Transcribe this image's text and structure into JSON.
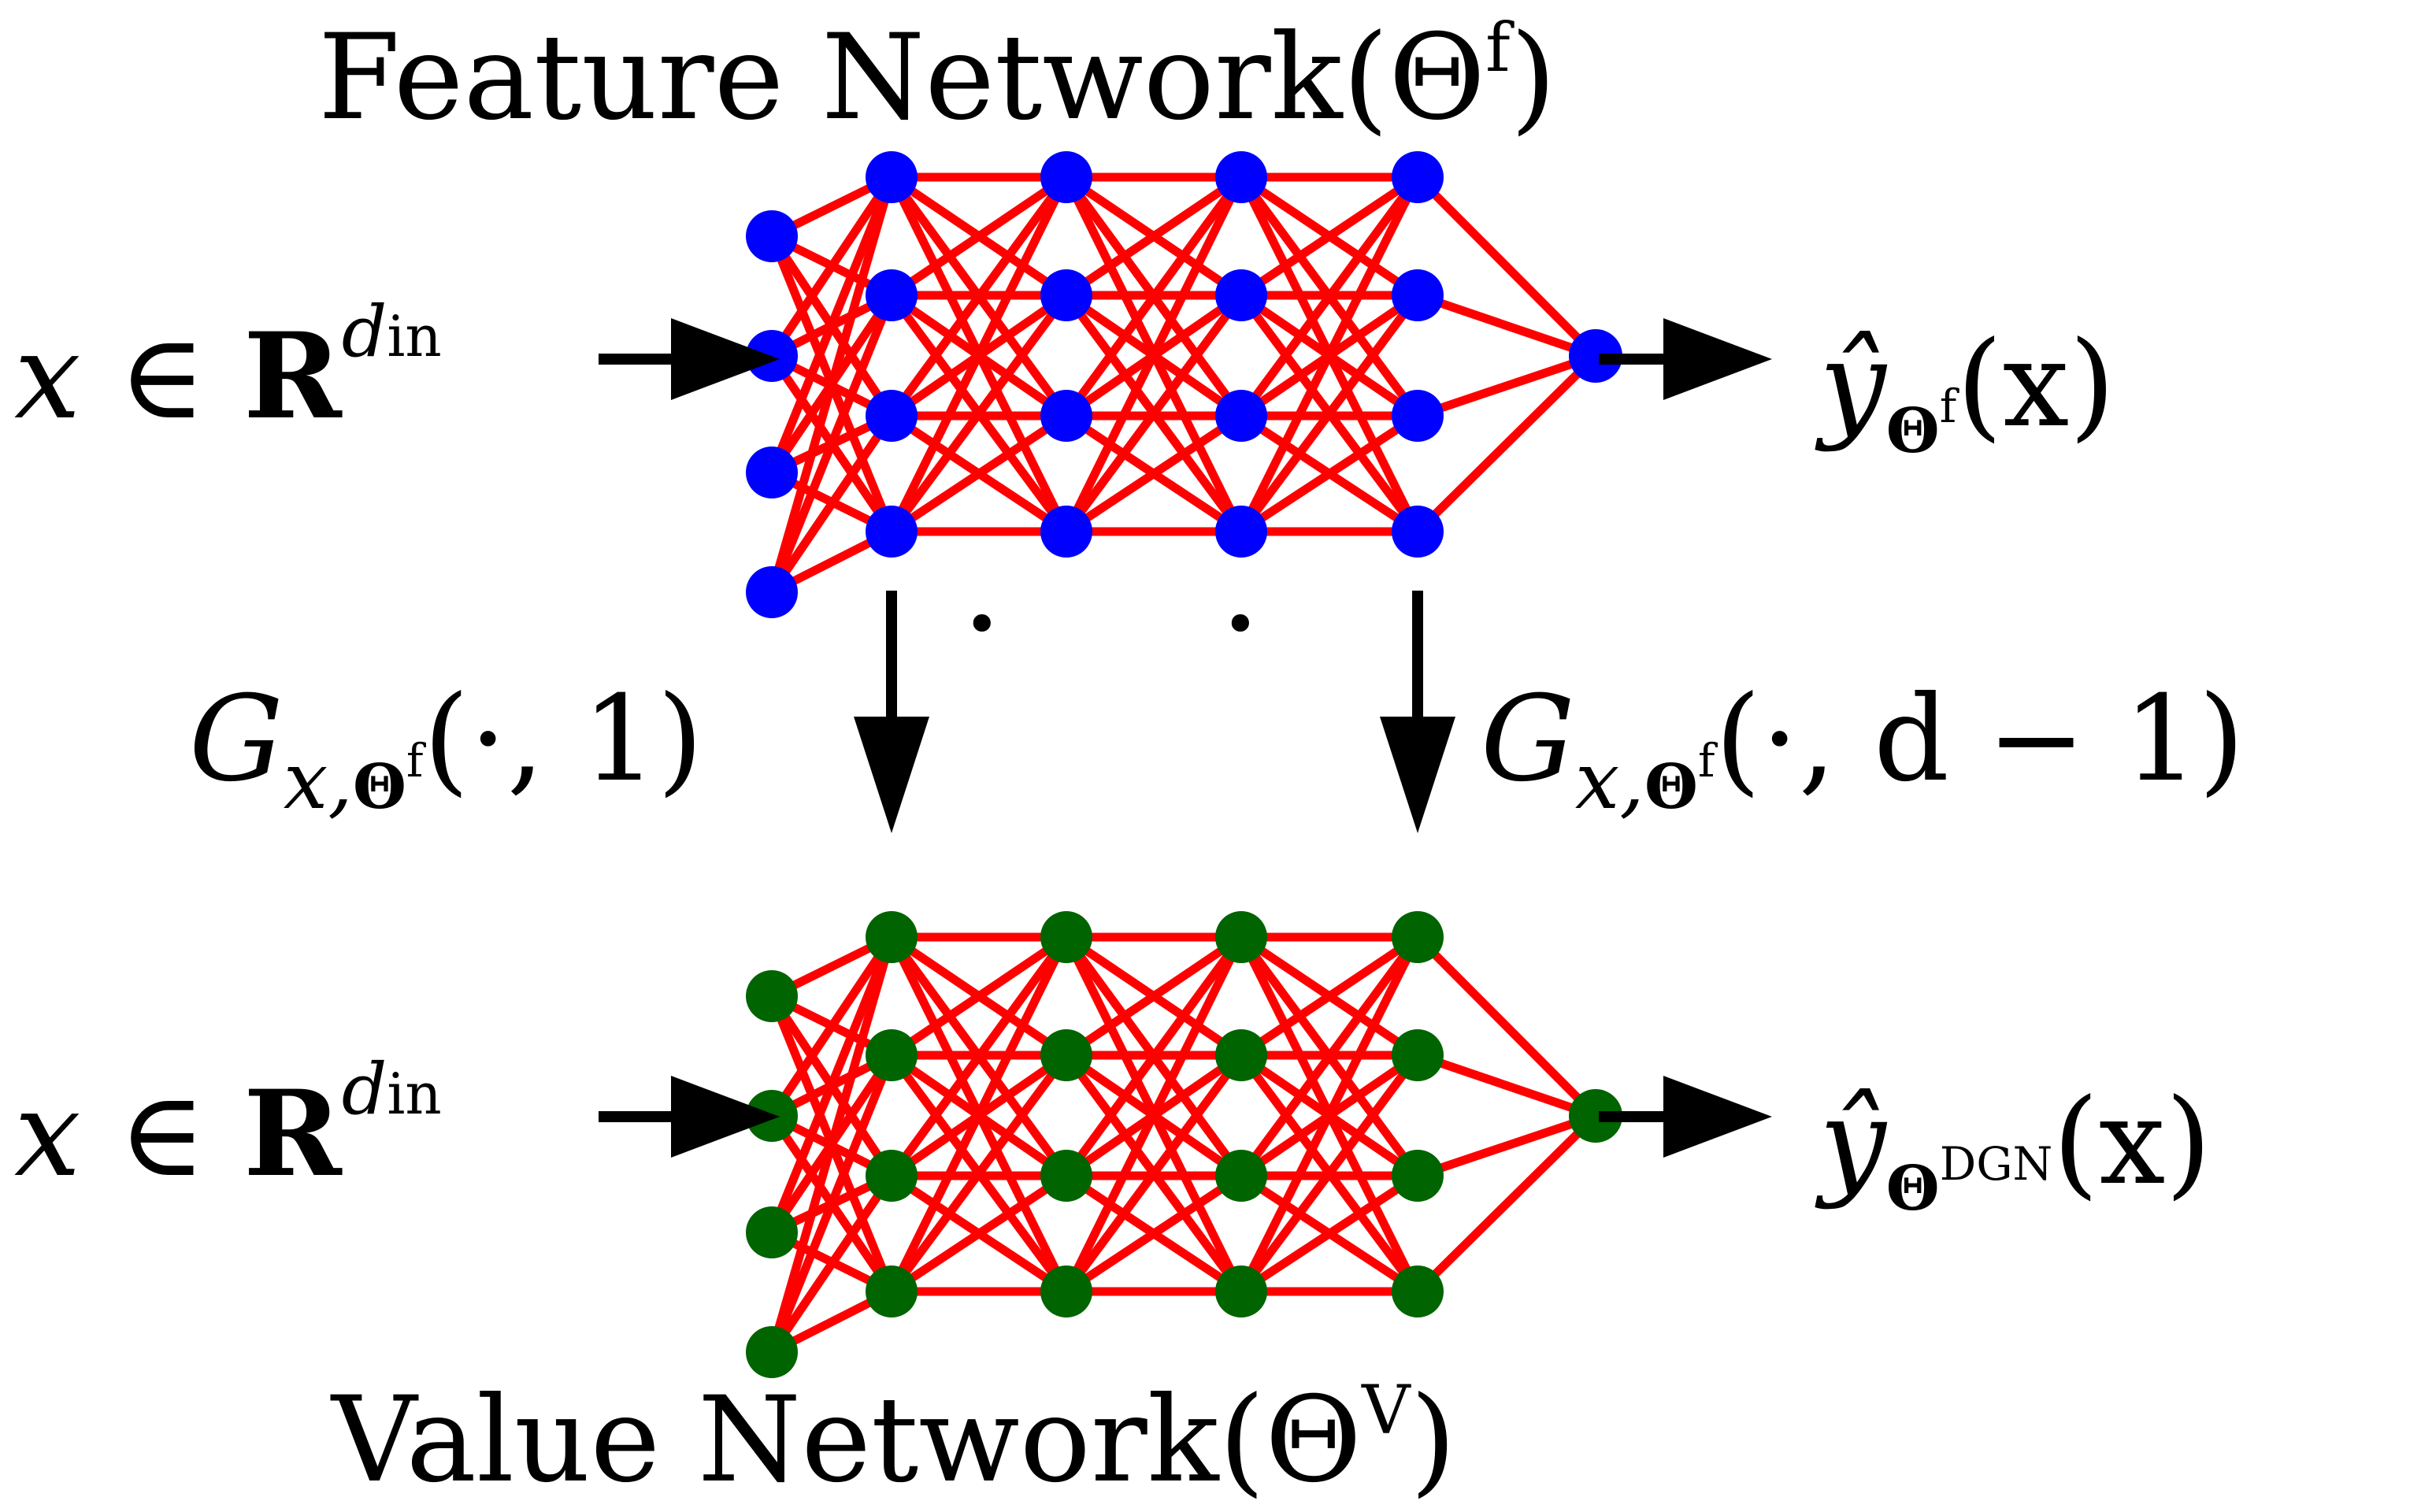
{
  "colors": {
    "edge": "#ff0000",
    "feature_node": "#0000ff",
    "value_node": "#006400",
    "arrow": "#000000",
    "background": "#ffffff"
  },
  "feature_network": {
    "title_main": "Feature Network(",
    "title_theta": "Θ",
    "title_sup": "f",
    "title_close": ")",
    "input": {
      "var": "x",
      "in": "∈",
      "space": "R",
      "sup": "d",
      "sup_sub": "in"
    },
    "output": {
      "var": "ŷ",
      "sub_theta": "Θ",
      "sub_sup": "f",
      "arg": "(x)"
    }
  },
  "value_network": {
    "title_main": "Value Network(",
    "title_theta": "Θ",
    "title_sup": "V",
    "title_close": ")",
    "input": {
      "var": "x",
      "in": "∈",
      "space": "R",
      "sup": "d",
      "sup_sub": "in"
    },
    "output": {
      "var": "ŷ",
      "sub_theta": "Θ",
      "sub_sup": "DGN",
      "arg": "(x)"
    }
  },
  "gates": {
    "left": {
      "G": "G",
      "sub": "x,",
      "sub_theta": "Θ",
      "sub_sup": "f",
      "args": "(·, 1)"
    },
    "right": {
      "G": "G",
      "sub": "x,",
      "sub_theta": "Θ",
      "sub_sup": "f",
      "args": "(·, d − 1)"
    },
    "ellipsis": "· ·"
  },
  "network_structure": {
    "input_nodes": 4,
    "hidden_layers": 4,
    "hidden_nodes_per_layer": 4,
    "output_nodes": 1
  }
}
